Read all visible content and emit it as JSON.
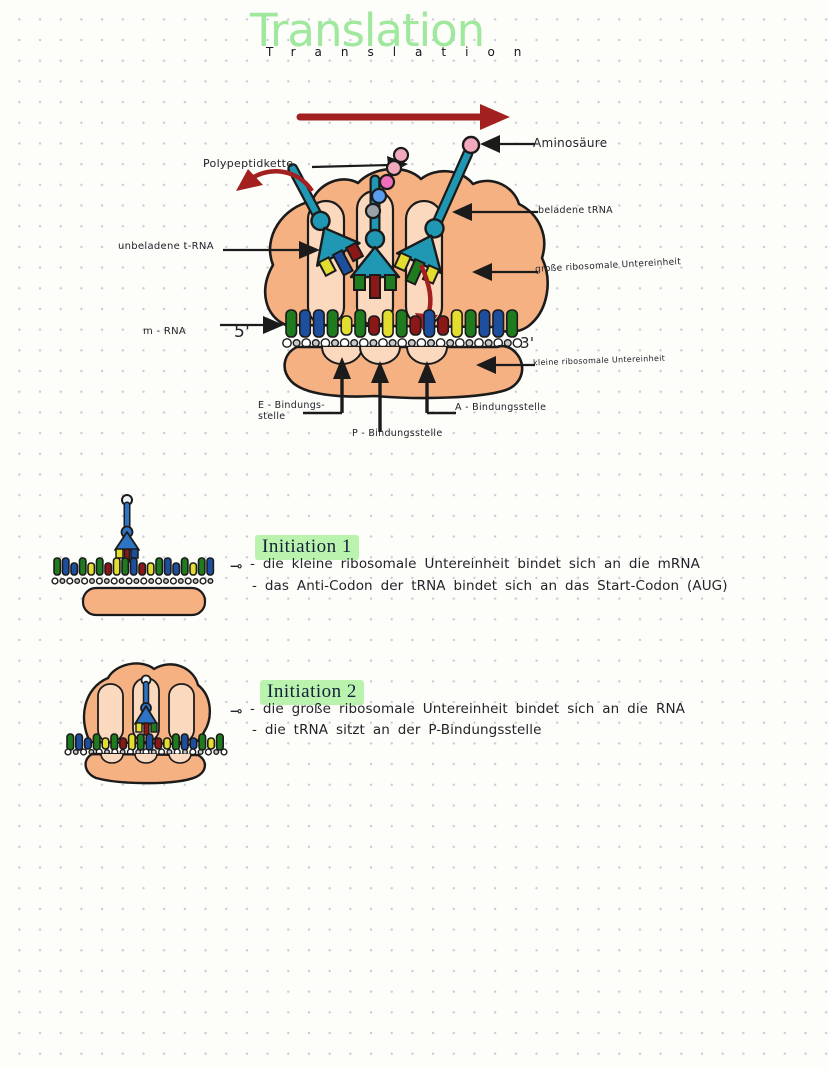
{
  "page": {
    "title_big": "Translation",
    "title_small": "Translation"
  },
  "diagram": {
    "labels": {
      "polypeptidkette": "Polypeptidkette",
      "aminosaeure": "Aminosäure",
      "beladene_trna": "beladene tRNA",
      "unbeladene_trna": "unbeladene t-RNA",
      "grosse_untereinheit": "große ribosomale Untereinheit",
      "mrna": "m - RNA",
      "five_prime": "5'",
      "three_prime": "3'",
      "kleine_untereinheit": "kleine ribosomale Untereinheit",
      "e_site_1": "E - Bindungs-",
      "e_site_2": "stelle",
      "p_site": "P - Bindungsstelle",
      "a_site": "A - Bindungsstelle"
    }
  },
  "sections": [
    {
      "heading": "Initiation 1",
      "marker": "⊸",
      "bullets": [
        "- die kleine ribosomale Untereinheit bindet sich an die mRNA",
        "- das Anti-Codon der tRNA bindet sich an das Start-Codon (AUG)"
      ]
    },
    {
      "heading": "Initiation 2",
      "marker": "⊸",
      "bullets": [
        "- die große ribosomale Untereinheit bindet sich an die RNA",
        "- die tRNA sitzt an der P-Bindungsstelle"
      ]
    }
  ],
  "colors": {
    "paper": "#fdfdfa",
    "dot": "#c9ccd2",
    "ink": "#1b1b1b",
    "hand": "#23232a",
    "green_title": "#9fe89d",
    "highlight": "#b9f3ae",
    "heading": "#16203a",
    "ribo": "#f6b183",
    "ribo2": "#fbd9bf",
    "trna": "#2097b3",
    "trna2": "#2f74c4",
    "red": "#a32020",
    "nt_green": "#1e7c1e",
    "nt_blue": "#1d4f9e",
    "nt_red": "#8c1717",
    "nt_yellow": "#e2dd2e",
    "chain_pink": "#f2a9bb",
    "chain_magenta": "#ef6fbe",
    "chain_blue": "#5a9cee",
    "chain_gray": "#9aa1a8",
    "bone": "#c9c9c9"
  }
}
